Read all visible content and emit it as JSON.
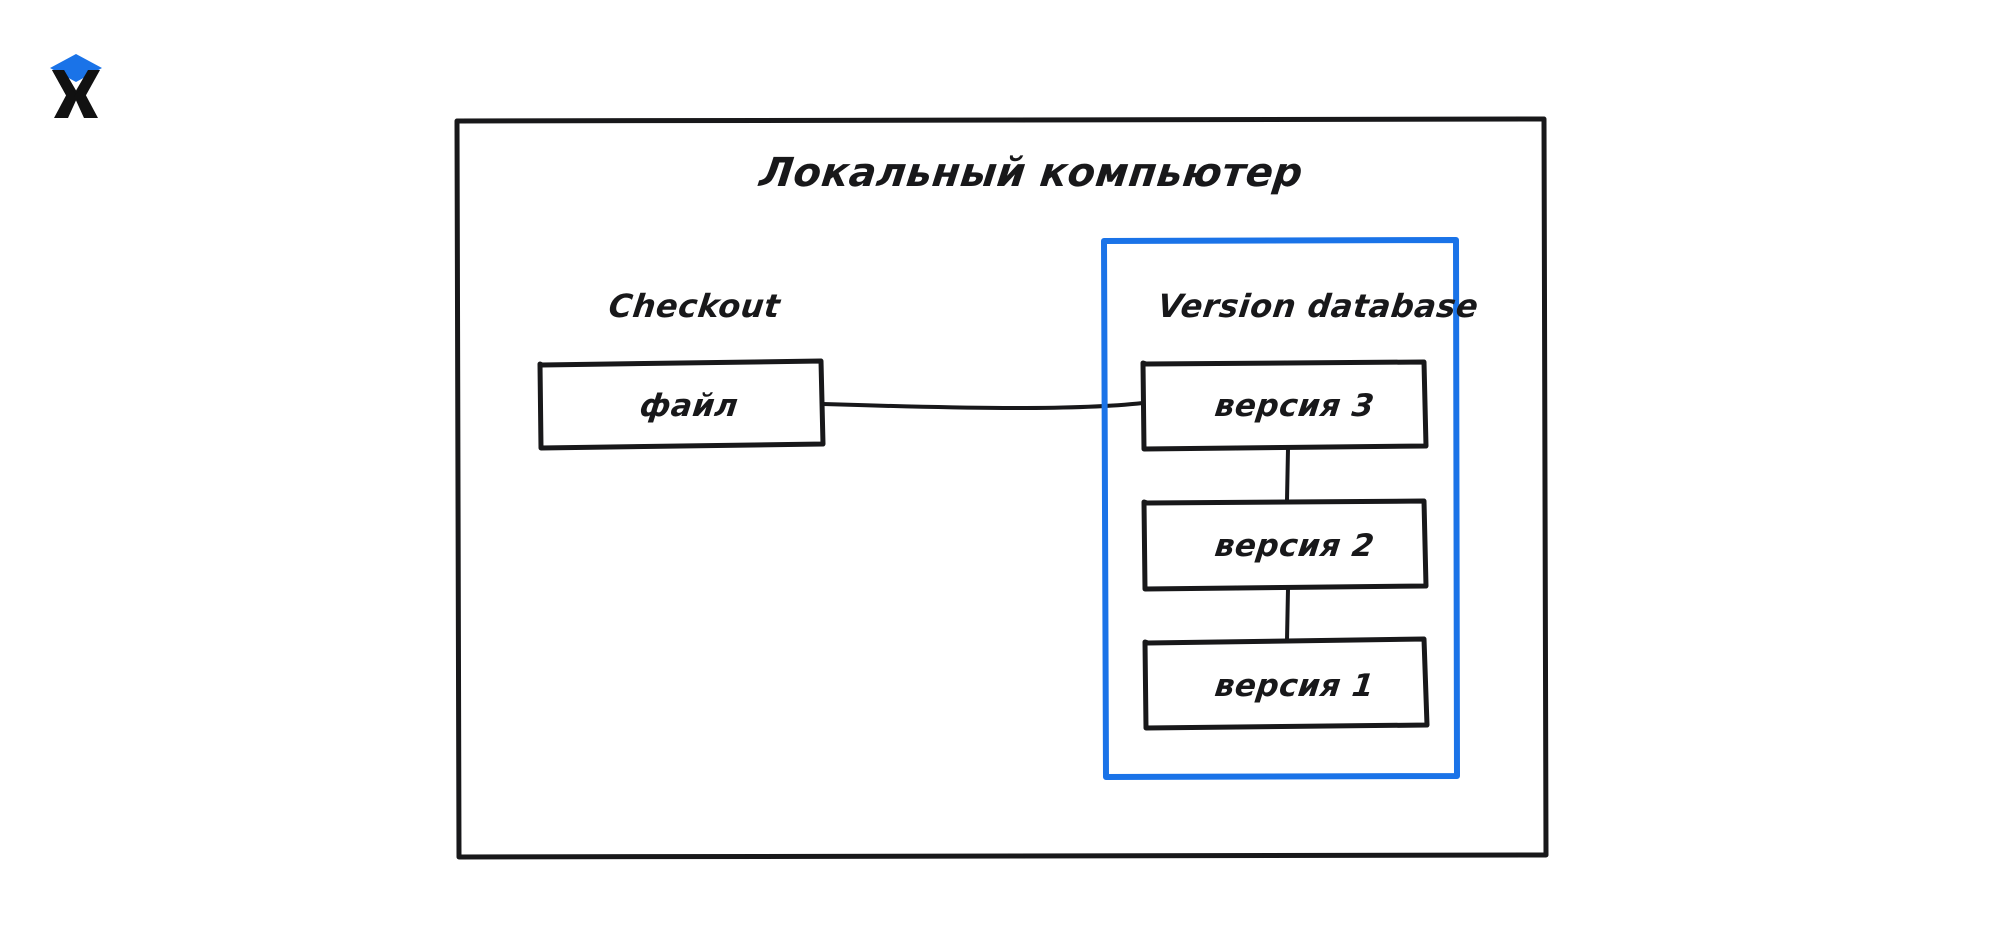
{
  "page": {
    "background_color": "#ffffff",
    "ink_color": "#18181a",
    "accent_color": "#1a73e8"
  },
  "logo": {
    "name": "x-diamond-logo",
    "letter": "X",
    "diamond_color": "#1a73e8",
    "letter_color": "#111111"
  },
  "diagram": {
    "type": "hand-drawn-architecture",
    "outer_container": {
      "title": "Локальный компьютер",
      "border_color": "#18181a",
      "border_style": "solid"
    },
    "checkout_area": {
      "label": "Checkout",
      "node": {
        "label": "файл",
        "border_color": "#18181a"
      }
    },
    "version_database": {
      "label": "Version database",
      "border_color": "#1a73e8",
      "versions": [
        {
          "label": "версия 3"
        },
        {
          "label": "версия 2"
        },
        {
          "label": "версия 1"
        }
      ]
    },
    "connectors": [
      {
        "from": "файл",
        "to": "версия 3",
        "orientation": "horizontal"
      },
      {
        "from": "версия 3",
        "to": "версия 2",
        "orientation": "vertical"
      },
      {
        "from": "версия 2",
        "to": "версия 1",
        "orientation": "vertical"
      }
    ]
  }
}
